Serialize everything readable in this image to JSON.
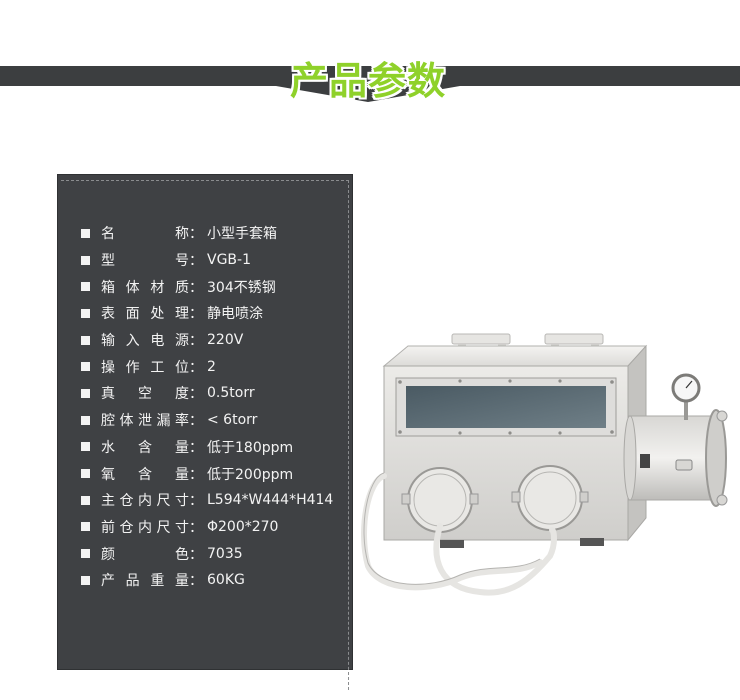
{
  "title": "产品参数",
  "specs": [
    {
      "label": "名　　称",
      "value": "小型手套箱"
    },
    {
      "label": "型　　号",
      "value": "VGB-1"
    },
    {
      "label": "箱体材质",
      "value": "304不锈钢"
    },
    {
      "label": "表面处理",
      "value": "静电喷涂"
    },
    {
      "label": "输入电源",
      "value": "220V"
    },
    {
      "label": "操作工位",
      "value": "2"
    },
    {
      "label": "真 空 度",
      "value": "0.5torr"
    },
    {
      "label": "腔体泄漏率",
      "value": "< 6torr"
    },
    {
      "label": "水 含 量",
      "value": "低于180ppm"
    },
    {
      "label": "氧 含 量",
      "value": "低于200ppm"
    },
    {
      "label": "主仓内尺寸",
      "value": "L594*W444*H414"
    },
    {
      "label": "前仓内尺寸",
      "value": "Φ200*270"
    },
    {
      "label": "颜　　色",
      "value": "7035"
    },
    {
      "label": "产品重量",
      "value": "60KG"
    }
  ],
  "colors": {
    "band": "#3c3e40",
    "panel": "#3f4144",
    "title": "#8fd12a",
    "box": "#e2e2e0"
  }
}
